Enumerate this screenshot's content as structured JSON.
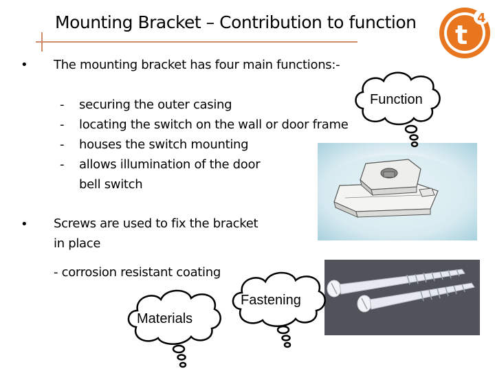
{
  "slide": {
    "title": "Mounting Bracket – Contribution to function",
    "bullet1": {
      "marker": "•",
      "text": "The mounting bracket has four main functions:-",
      "items": [
        {
          "dash": "-",
          "text": "securing the outer casing"
        },
        {
          "dash": "-",
          "text": "locating the switch on the wall or door frame"
        },
        {
          "dash": "-",
          "text": "houses the switch mounting"
        },
        {
          "dash": "-",
          "text": "allows illumination of the door"
        }
      ],
      "item4_cont": "bell switch"
    },
    "bullet2": {
      "marker": "•",
      "line1": "Screws are used to fix the bracket",
      "line2": "in place",
      "note": "- corrosion resistant coating"
    },
    "clouds": {
      "function": "Function",
      "fastening": "Fastening",
      "materials": "Materials"
    },
    "logo": {
      "letter": "t",
      "superscript": "4",
      "color": "#e8761e"
    }
  }
}
